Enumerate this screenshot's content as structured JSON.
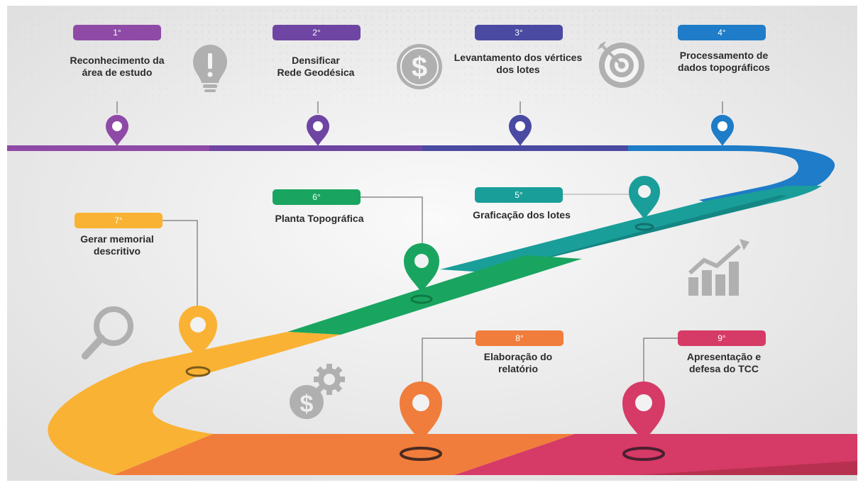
{
  "steps": [
    {
      "number": "1°",
      "label": "Reconhecimento da\nárea de estudo",
      "color": "#8e4aa6"
    },
    {
      "number": "2°",
      "label": "Densificar\nRede Geodésica",
      "color": "#6e45a2"
    },
    {
      "number": "3°",
      "label": "Levantamento dos vértices\ndos lotes",
      "color": "#4a4aa3"
    },
    {
      "number": "4°",
      "label": "Processamento de\ndados topográficos",
      "color": "#1e7cc8"
    },
    {
      "number": "5°",
      "label": "Graficação dos lotes",
      "color": "#1a9e9a"
    },
    {
      "number": "6°",
      "label": "Planta Topográfica",
      "color": "#19a560"
    },
    {
      "number": "7°",
      "label": "Gerar memorial\ndescritivo",
      "color": "#f9b233"
    },
    {
      "number": "8°",
      "label": "Elaboração do\nrelatório",
      "color": "#f07d3c"
    },
    {
      "number": "9°",
      "label": "Apresentação e\ndefesa do TCC",
      "color": "#d63a66"
    }
  ],
  "icons": [
    "exclamation-bulb-icon",
    "dollar-coin-icon",
    "target-arrow-icon",
    "growth-chart-icon",
    "magnifier-icon",
    "dollar-gear-icon"
  ],
  "colors": {
    "background": "#ebebeb",
    "icon_gray": "#b0b0b0",
    "road_purple": "#8e4aa6",
    "road_violet": "#6e45a2",
    "road_indigo": "#4a4aa3",
    "road_blue": "#1e7cc8",
    "road_teal": "#1a9e9a",
    "road_green": "#19a560",
    "road_yellow": "#f9b233",
    "road_orange": "#f07d3c",
    "road_pink": "#d63a66"
  }
}
